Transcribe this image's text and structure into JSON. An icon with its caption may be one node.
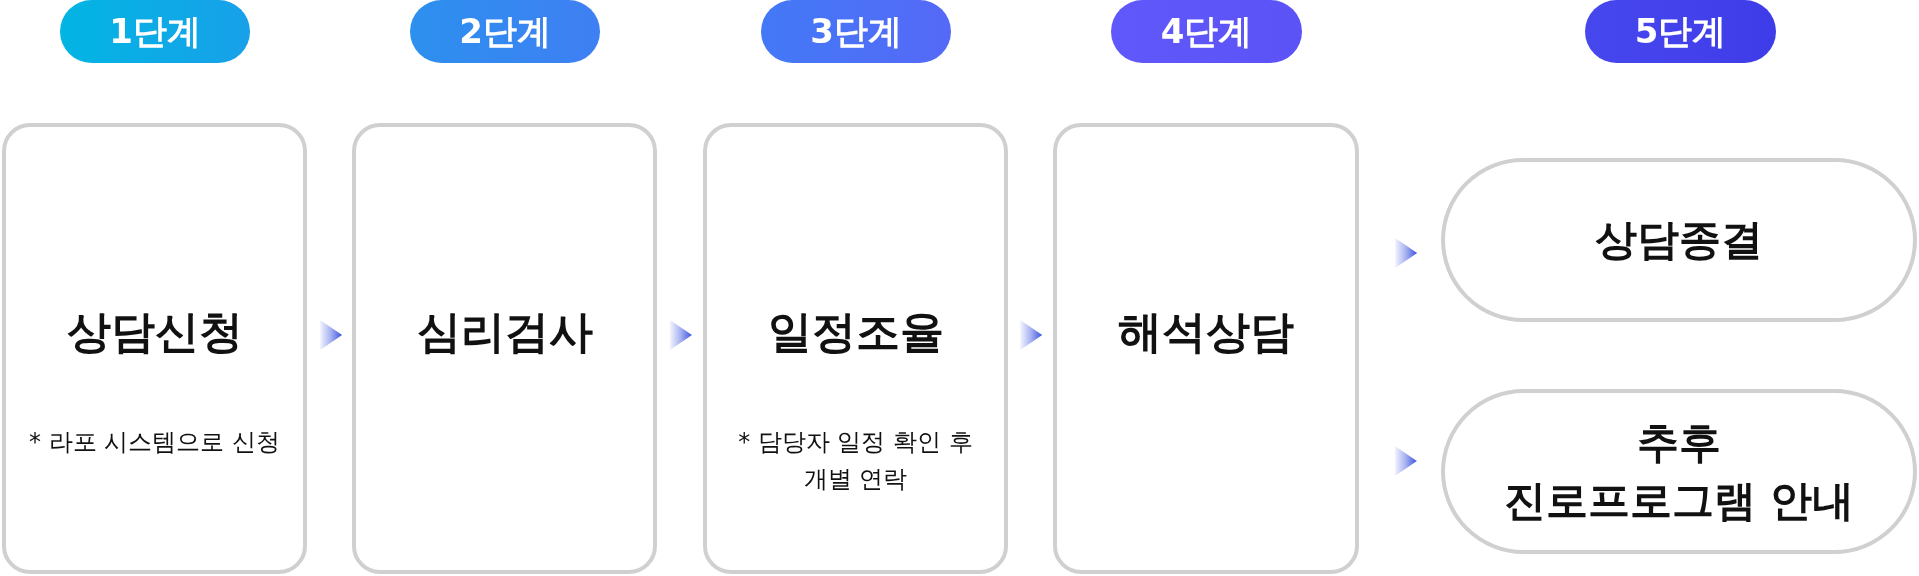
{
  "diagram": {
    "nodes": [
      {
        "text": [
          "1단계"
        ]
      },
      {
        "text": [
          "2단계"
        ]
      },
      {
        "text": [
          "3단계"
        ]
      },
      {
        "text": [
          "4단계"
        ]
      },
      {
        "text": [
          "5단계"
        ]
      },
      {
        "text": [
          "상담신청",
          "* 라포 시스템으로 신청"
        ]
      },
      {
        "text": [
          "심리검사"
        ]
      },
      {
        "text": [
          "일정조율",
          "* 담당자 일정 확인 후 개별 연락"
        ]
      },
      {
        "text": [
          "해석상담"
        ]
      },
      {
        "text": [
          "상담종결"
        ]
      },
      {
        "text": [
          "추후 진로프로그램 안내"
        ]
      }
    ],
    "edges": [
      {
        "from": 5,
        "to": 6,
        "arrow": "to"
      },
      {
        "from": 6,
        "to": 7,
        "arrow": "to"
      },
      {
        "from": 7,
        "to": 8,
        "arrow": "to"
      },
      {
        "from": 8,
        "to": 9,
        "arrow": "to"
      },
      {
        "from": 8,
        "to": 10,
        "arrow": "to"
      }
    ]
  }
}
